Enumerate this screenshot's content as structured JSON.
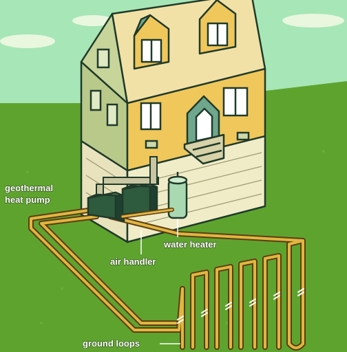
{
  "labels": {
    "heat_pump_line1": "geothermal",
    "heat_pump_line2": "heat pump",
    "air_handler": "air handler",
    "water_heater": "water heater",
    "ground_loops": "ground loops"
  },
  "colors": {
    "sky": "#a7e6b6",
    "grass": "#5fa32f",
    "grass_dark": "#4f8f27",
    "roof": "#f2e1a6",
    "wall_front": "#f0c75b",
    "wall_side": "#b9c98a",
    "foundation": "#f1ecc8",
    "trim": "#1f3a2a",
    "door": "#6fa68e",
    "pipe": "#e0b640",
    "pipe_outline": "#5c3d14",
    "equipment": "#2e5a3e"
  },
  "icons": {
    "heat_pump": "geothermal-heat-pump-icon",
    "air_handler": "air-handler-icon",
    "water_heater": "water-heater-icon"
  }
}
